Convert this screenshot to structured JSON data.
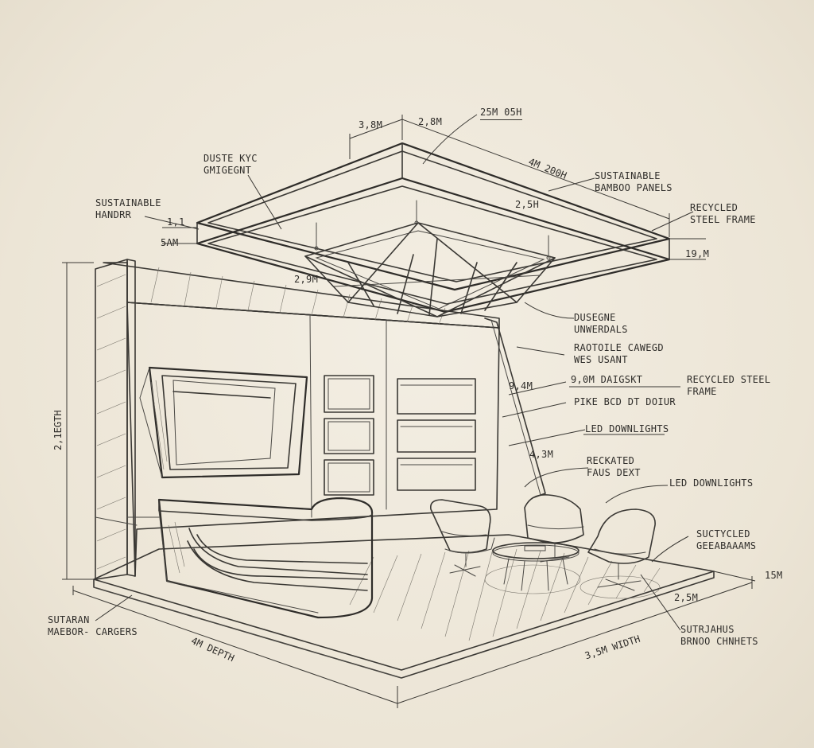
{
  "labels": {
    "top_dim_left": "3,8M",
    "top_dim_mid": "2,8M",
    "top_dim_right": "25M 05H",
    "top_right_dim": "4M 200H",
    "inner_dim": "2,5H",
    "duste_kyc": [
      "DUSTE KYC",
      "GMIGEGNT"
    ],
    "sustainable_handrr": [
      "SUSTAINABLE",
      "HANDRR"
    ],
    "dim_1": "1,1",
    "dim_5am": "5AM",
    "dim_29m": "2,9M",
    "sustainable_bamboo": [
      "SUSTAINABLE",
      "BAMBOO PANELS"
    ],
    "recycled_steel_top": [
      "RECYCLED",
      "STEEL FRAME"
    ],
    "dim_19m": "19,M",
    "dusegne": [
      "DUSEGNE",
      "UNWERDALS"
    ],
    "raotoile": [
      "RAOTOILE CAWEGD",
      "WES USANT"
    ],
    "dim_94m": "9,4M",
    "dim_90m": "9,0M DAIGSKT",
    "recycled_steel_mid": [
      "RECYCLED STEEL",
      "FRAME"
    ],
    "pike": "PIKE BCD DT DOIUR",
    "led_mid": "LED DOWNLIGHTS",
    "dim_43m": "4,3M",
    "reckated": [
      "RECKATED",
      "FAUS DEXT"
    ],
    "led_right": "LED DOWNLIGHTS",
    "suctycled": [
      "SUCTYCLED",
      "GEEABAAAMS"
    ],
    "dim_15m": "15M",
    "dim_25m": "2,5M",
    "width_dim": "3,5M WIDTH",
    "sutrjahus": [
      "SUTRJAHUS",
      "BRNOO CHNHETS"
    ],
    "height_dim": "2,1EGTH",
    "depth_dim": "4M DEPTH",
    "sutaran": [
      "SUTARAN",
      "MAEBOR- CARGERS"
    ]
  }
}
